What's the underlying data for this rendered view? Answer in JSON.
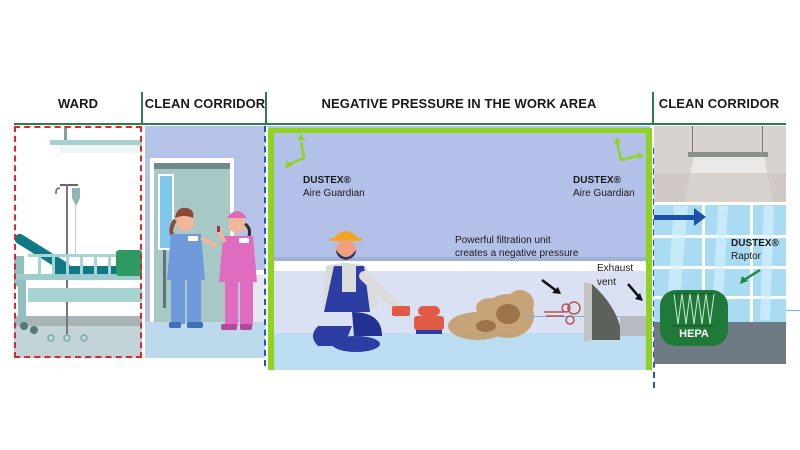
{
  "header": {
    "zones": [
      {
        "id": "ward",
        "label": "WARD"
      },
      {
        "id": "clean-corridor-left",
        "label": "CLEAN CORRIDOR"
      },
      {
        "id": "work-area",
        "label": "NEGATIVE PRESSURE IN THE WORK AREA"
      },
      {
        "id": "clean-corridor-right",
        "label": "CLEAN CORRIDOR"
      }
    ]
  },
  "annotations": {
    "aire_guardian_left": {
      "line1": "DUSTEX®",
      "line2": "Aire Guardian"
    },
    "aire_guardian_right": {
      "line1": "DUSTEX®",
      "line2": "Aire Guardian"
    },
    "filtration": {
      "line1": "Powerful filtration unit",
      "line2": "creates a negative pressure"
    },
    "exhaust": {
      "line1": "Exhaust",
      "line2": "vent"
    },
    "raptor": {
      "line1": "DUSTEX®",
      "line2": "Raptor"
    },
    "hepa": "HEPA"
  },
  "colors": {
    "header_line": "#2e7d4f",
    "ward_border": "#e0262b",
    "barrier_green": "#8ed41f",
    "dash_blue": "#2456b8",
    "work_wall": "#b3c1e9",
    "hepa_green": "#1f7a3a"
  }
}
